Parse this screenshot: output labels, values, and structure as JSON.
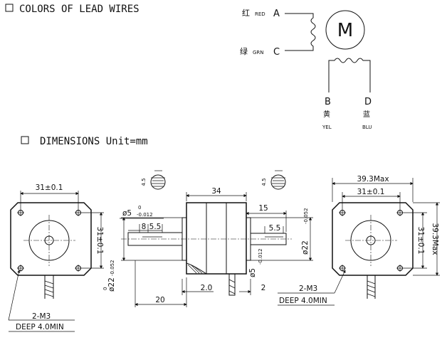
{
  "headers": {
    "lead_wires": "COLORS OF LEAD WIRES",
    "dimensions": "DIMENSIONS Unit=mm"
  },
  "wiring": {
    "motor": "M",
    "wires": [
      {
        "cn": "红",
        "color": "RED",
        "letter": "A"
      },
      {
        "cn": "绿",
        "color": "GRN",
        "letter": "C"
      },
      {
        "cn": "黄",
        "color": "YEL",
        "letter": "B"
      },
      {
        "cn": "蓝",
        "color": "BLU",
        "letter": "D"
      }
    ]
  },
  "front_view_left": {
    "hole_spacing_h": "31±0.1",
    "hole_spacing_v": "31±0.1",
    "hole_note_1": "2-M3",
    "hole_note_2": "DEEP 4.0MIN"
  },
  "side_view": {
    "body_length": "34",
    "shaft_extension": "15",
    "shaft_diameter": "ø5",
    "shaft_tol_upper": "0",
    "shaft_tol_lower": "-0.012",
    "flat_pos": "8",
    "flat_len_left": "5.5",
    "flat_len_right": "5.5",
    "boss_diameter_left": "ø22",
    "boss_diameter_right": "ø22",
    "boss_tol_upper": "0",
    "boss_tol_lower": "-0.052",
    "shaft_diameter_right": "ø5",
    "lead_length": "20",
    "boss_height": "2.0",
    "boss_height_right": "2",
    "section_label_1": "4.5",
    "section_label_2": "4.5"
  },
  "front_view_right": {
    "overall_width": "39.3Max",
    "hole_spacing_h": "31±0.1",
    "hole_spacing_v": "31±0.1",
    "overall_height": "39.3Max",
    "hole_note_1": "2-M3",
    "hole_note_2": "DEEP 4.0MIN"
  }
}
